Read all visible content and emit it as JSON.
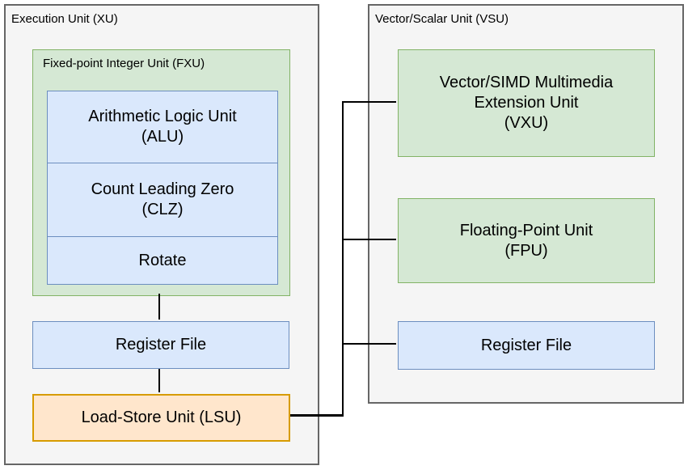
{
  "colors": {
    "container_fill": "#f5f5f5",
    "container_border": "#666666",
    "green_fill": "#d5e8d4",
    "green_border": "#82b366",
    "blue_fill": "#dae8fc",
    "blue_border": "#6c8ebf",
    "orange_fill": "#ffe6cc",
    "orange_border": "#d79b00",
    "connector": "#000000"
  },
  "diagram": {
    "execution_unit": {
      "title": "Execution Unit (XU)",
      "fxu": {
        "title": "Fixed-point Integer Unit (FXU)",
        "alu": "Arithmetic Logic Unit\n(ALU)",
        "clz": "Count Leading Zero\n(CLZ)",
        "rotate": "Rotate"
      },
      "register_file": "Register File",
      "lsu": "Load-Store Unit (LSU)"
    },
    "vector_scalar_unit": {
      "title": "Vector/Scalar Unit (VSU)",
      "vxu": "Vector/SIMD Multimedia\nExtension Unit\n(VXU)",
      "fpu": "Floating-Point Unit\n(FPU)",
      "register_file": "Register File"
    },
    "connections": [
      "FXU - Register File (XU)",
      "Register File (XU) - LSU",
      "LSU - VXU",
      "LSU - FPU",
      "LSU - Register File (VSU)"
    ]
  }
}
